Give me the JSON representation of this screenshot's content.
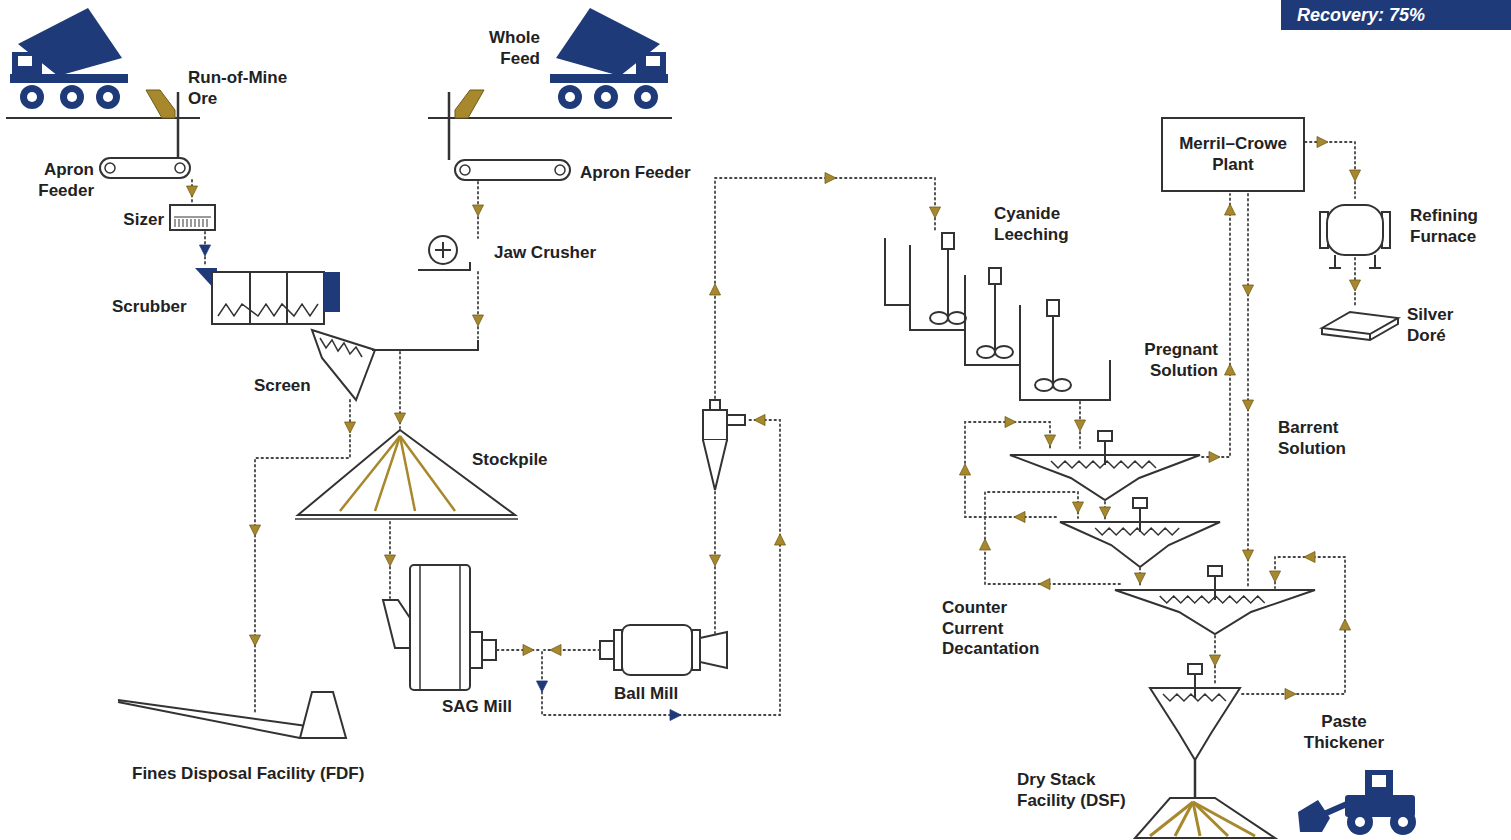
{
  "diagram": {
    "nodes": [
      {
        "text": [
          "Recovery: 75%"
        ]
      },
      {
        "text": [
          "Merril–Crowe Plant"
        ]
      }
    ],
    "labels": [
      "Run-of-Mine Ore",
      "Apron Feeder",
      "Sizer",
      "Scrubber",
      "Whole Feed",
      "Apron Feeder",
      "Jaw Crusher",
      "Screen",
      "Stockpile",
      "SAG Mill",
      "Ball Mill",
      "Fines Disposal Facility (FDF)",
      "Cyanide Leeching",
      "Pregnant Solution",
      "Barrent Solution",
      "Refining Furnace",
      "Silver Doré",
      "Counter Current Decantation",
      "Paste Thickener",
      "Dry Stack Facility (DSF)"
    ]
  }
}
